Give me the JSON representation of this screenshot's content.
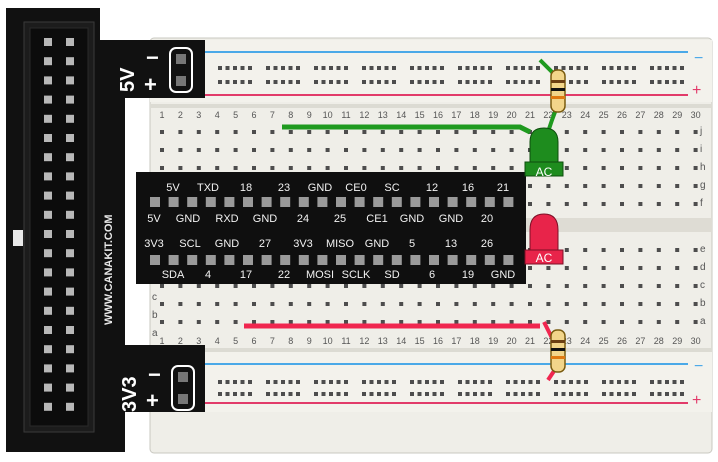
{
  "board": {
    "brand": "WWW.CANAKIT.COM",
    "power_top": {
      "voltage": "5V",
      "minus": "−",
      "plus": "+"
    },
    "power_bottom": {
      "voltage": "3V3",
      "minus": "−",
      "plus": "+"
    }
  },
  "breadboard": {
    "column_numbers": [
      "1",
      "2",
      "3",
      "4",
      "5",
      "6",
      "7",
      "8",
      "9",
      "10",
      "11",
      "12",
      "13",
      "14",
      "15",
      "16",
      "17",
      "18",
      "19",
      "20",
      "21",
      "22",
      "23",
      "24",
      "25",
      "26",
      "27",
      "28",
      "29",
      "30"
    ],
    "rows_top": [
      "j",
      "i",
      "h",
      "g",
      "f"
    ],
    "rows_bottom": [
      "e",
      "d",
      "c",
      "b",
      "a"
    ],
    "rail_minus": "−",
    "rail_plus": "+"
  },
  "header_pins": {
    "row1": [
      "5V",
      "TXD",
      "18",
      "23",
      "GND",
      "CE0",
      "SC",
      "12",
      "16",
      "21"
    ],
    "row2": [
      "5V",
      "GND",
      "RXD",
      "GND",
      "24",
      "25",
      "CE1",
      "GND",
      "GND",
      "20"
    ],
    "row3": [
      "3V3",
      "SCL",
      "GND",
      "27",
      "3V3",
      "MISO",
      "GND",
      "5",
      "13",
      "26"
    ],
    "row4": [
      "SDA",
      "4",
      "17",
      "22",
      "MOSI",
      "SCLK",
      "SD",
      "6",
      "19",
      "GND"
    ]
  },
  "leds": {
    "green": {
      "label": "AC",
      "color": "#1e8c1e"
    },
    "red": {
      "label": "AC",
      "color": "#e8244a"
    }
  },
  "colors": {
    "rail_blue": "#4aa9e8",
    "rail_red": "#e23b6a",
    "wire_green": "#1f9a1f",
    "wire_red": "#f0264f",
    "board_body": "#efeee8",
    "cobbler": "#111111"
  }
}
